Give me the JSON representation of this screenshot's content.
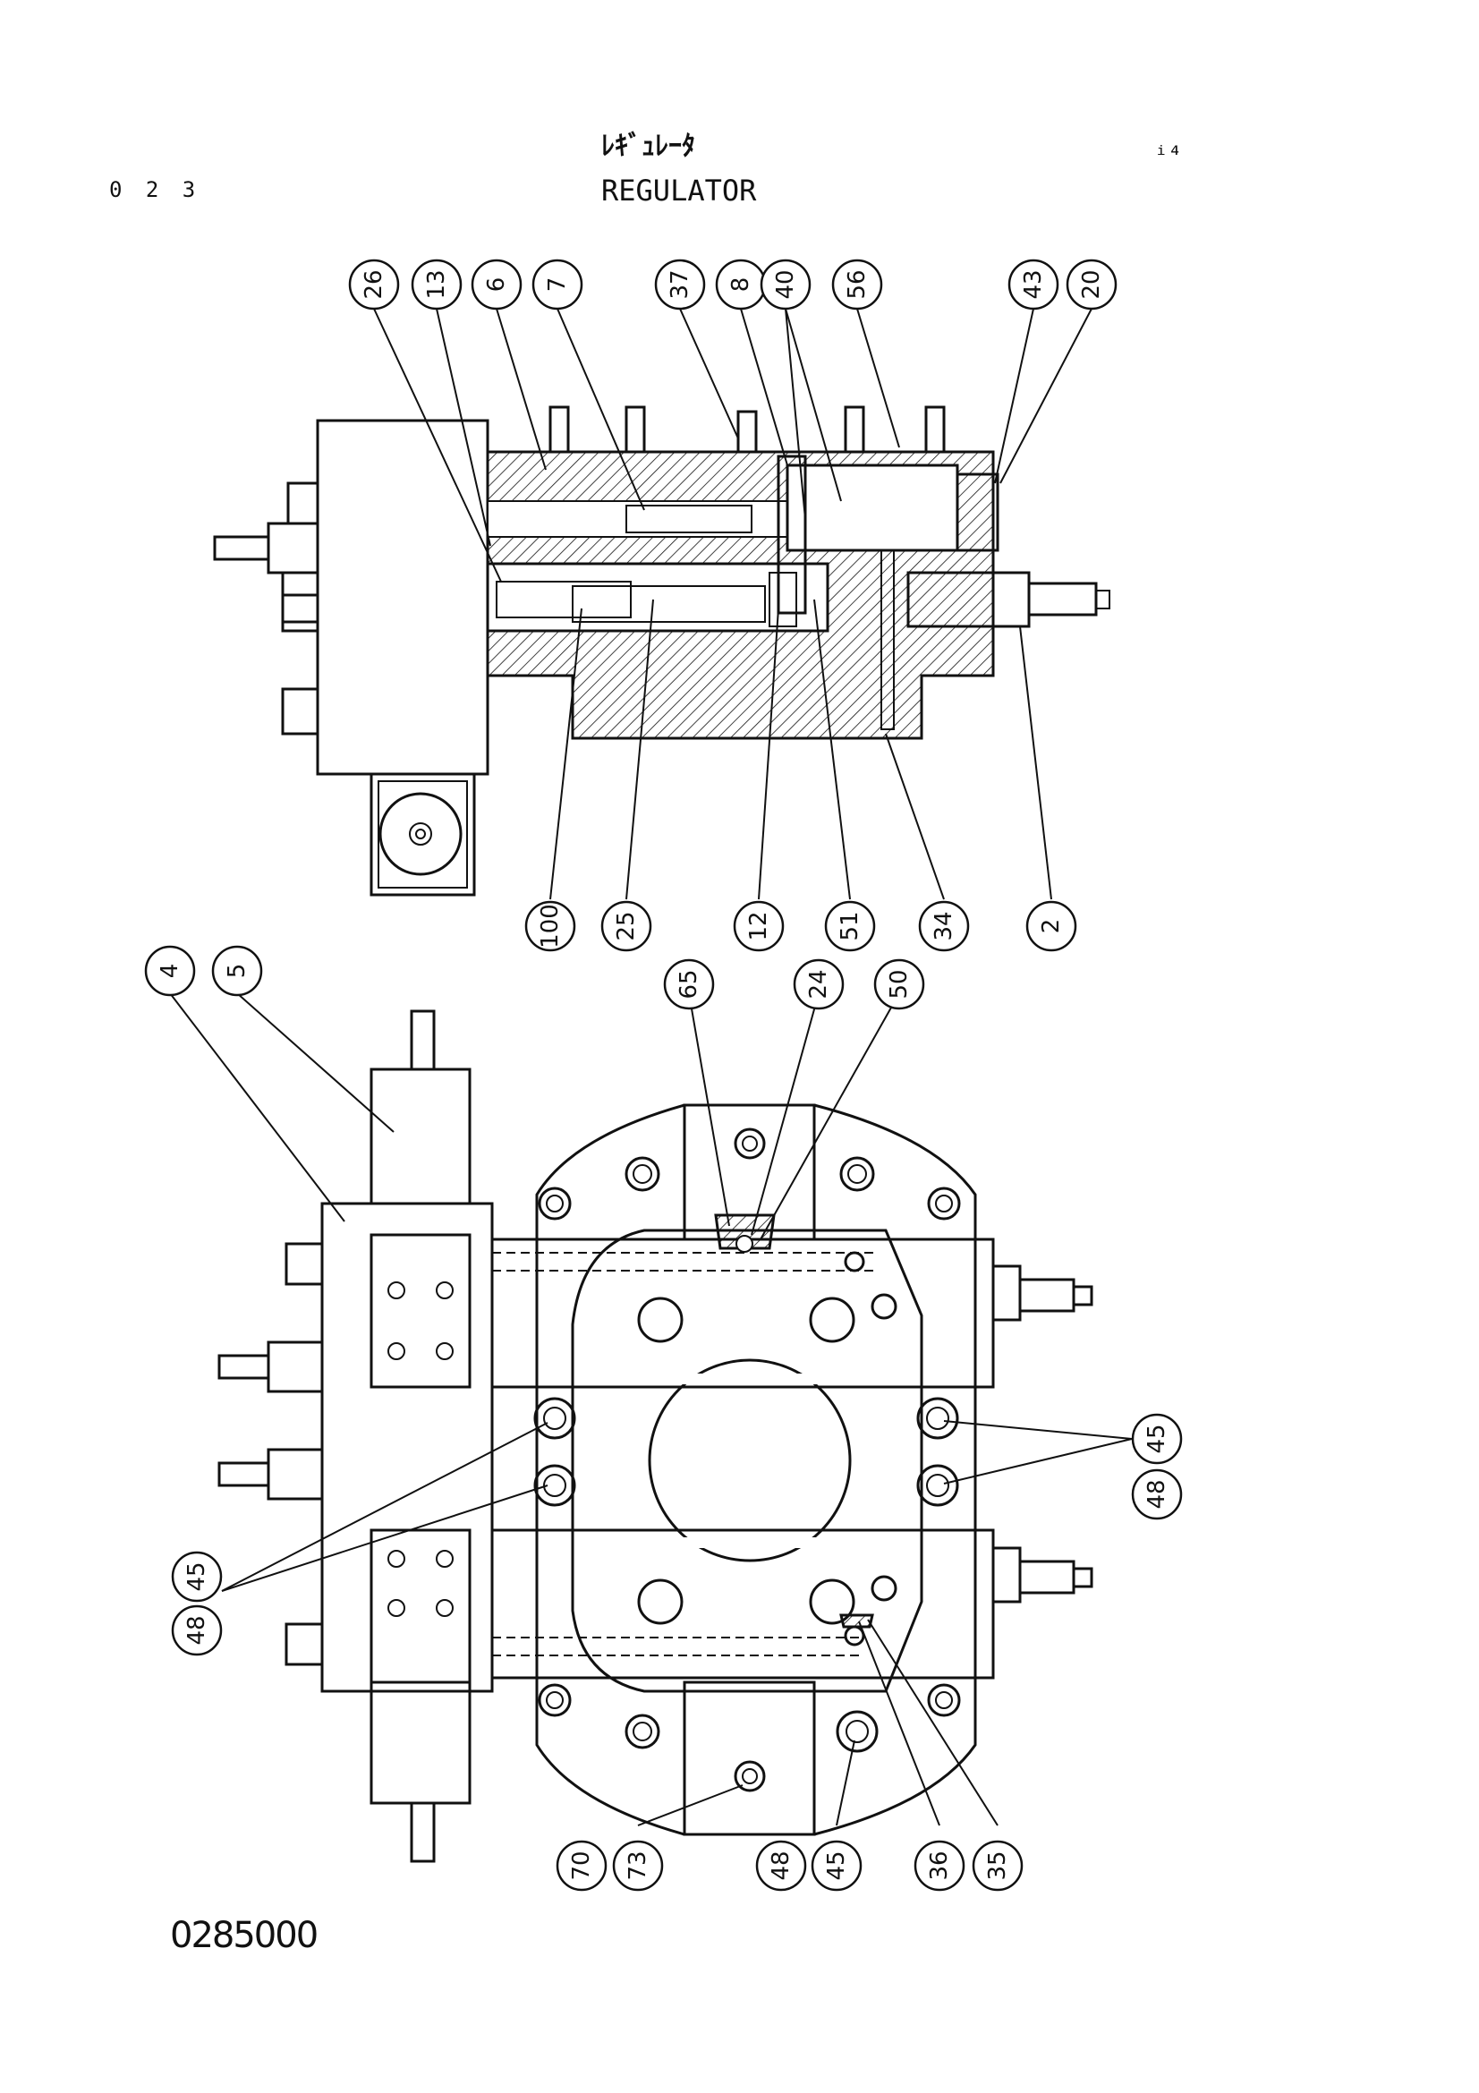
{
  "header": {
    "page_number": "0 2 3",
    "title_jp": "ﾚｷﾞｭﾚｰﾀ",
    "title_en": "REGULATOR",
    "corner_mark": "ᵢ₄",
    "drawing_number": "0285000"
  },
  "callouts_upper": [
    "26",
    "13",
    "6",
    "7",
    "37",
    "8",
    "40",
    "56",
    "43",
    "20",
    "100",
    "25",
    "12",
    "51",
    "34",
    "2"
  ],
  "callouts_lower": [
    "4",
    "5",
    "65",
    "24",
    "50",
    "45",
    "48",
    "45",
    "48",
    "70",
    "73",
    "48",
    "45",
    "36",
    "35"
  ]
}
